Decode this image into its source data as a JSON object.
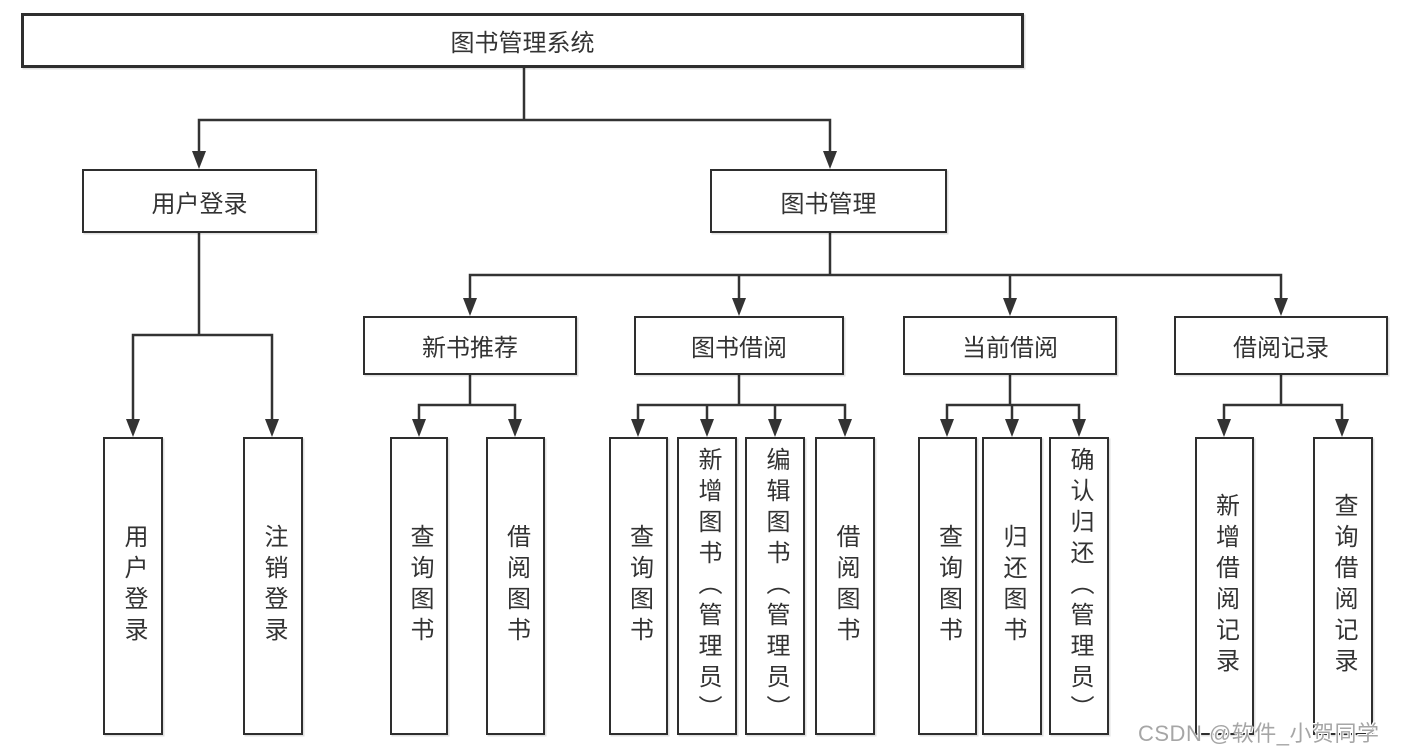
{
  "tree": {
    "root": {
      "label": "图书管理系统"
    },
    "level1": [
      {
        "label": "用户登录",
        "children": [
          {
            "label": "用户登录"
          },
          {
            "label": "注销登录"
          }
        ]
      },
      {
        "label": "图书管理",
        "children": [
          {
            "label": "新书推荐",
            "children": [
              {
                "label": "查询图书"
              },
              {
                "label": "借阅图书"
              }
            ]
          },
          {
            "label": "图书借阅",
            "children": [
              {
                "label": "查询图书"
              },
              {
                "label": "新增图书（管理员）"
              },
              {
                "label": "编辑图书（管理员）"
              },
              {
                "label": "借阅图书"
              }
            ]
          },
          {
            "label": "当前借阅",
            "children": [
              {
                "label": "查询图书"
              },
              {
                "label": "归还图书"
              },
              {
                "label": "确认归还（管理员）"
              }
            ]
          },
          {
            "label": "借阅记录",
            "children": [
              {
                "label": "新增借阅记录"
              },
              {
                "label": "查询借阅记录"
              }
            ]
          }
        ]
      }
    ]
  },
  "watermark": {
    "text": "CSDN @软件_小贺同学"
  },
  "colors": {
    "line": "#333333",
    "box_border": "#2e2e2e",
    "text": "#333333",
    "watermark": "#a6a6a6",
    "background": "#ffffff"
  }
}
